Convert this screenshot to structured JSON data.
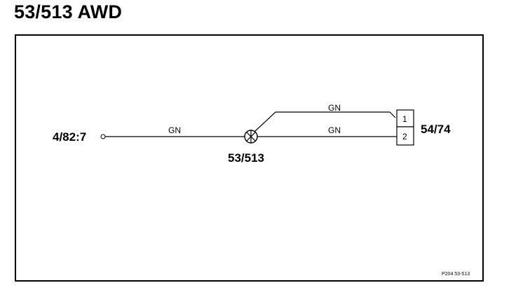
{
  "title": "53/513 AWD",
  "diagram": {
    "left_terminal": "4/82:7",
    "splice": "53/513",
    "connector": "54/74",
    "pins": [
      "1",
      "2"
    ],
    "wires": [
      {
        "color_code": "GN",
        "from": "4/82:7",
        "to": "53/513"
      },
      {
        "color_code": "GN",
        "from": "53/513",
        "to": "54/74:1"
      },
      {
        "color_code": "GN",
        "from": "53/513",
        "to": "54/74:2"
      }
    ],
    "page_ref": "P204 53-513"
  }
}
